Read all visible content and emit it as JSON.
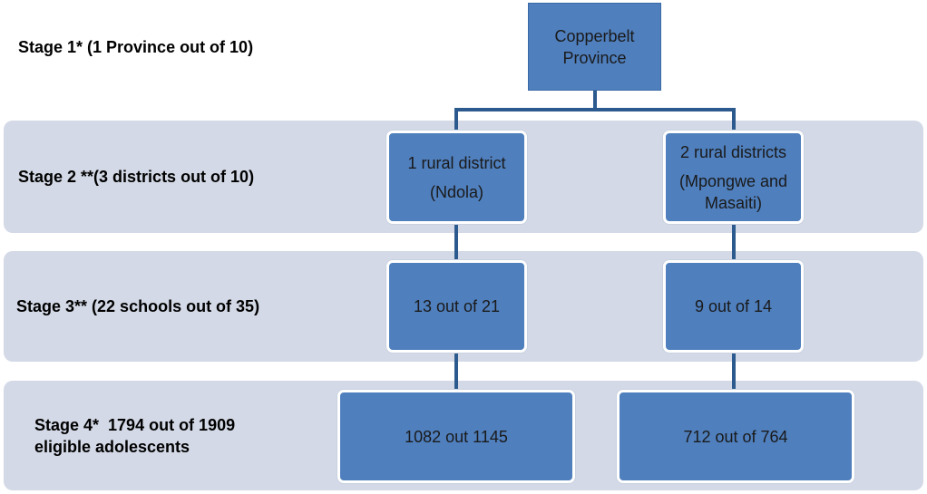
{
  "stages": [
    {
      "label_line1": "Stage 1* (1 Province out of 10)",
      "label_line2": ""
    },
    {
      "label_line1": "Stage 2 **(3 districts out of 10)",
      "label_line2": ""
    },
    {
      "label_line1": "Stage 3** (22 schools out of 35)",
      "label_line2": ""
    },
    {
      "label_line1": "Stage 4*  1794 out of 1909",
      "label_line2": "eligible adolescents"
    }
  ],
  "nodes": {
    "province": {
      "line1": "Copperbelt",
      "line2": "Province"
    },
    "district_left": {
      "line1": "1 rural district",
      "line2": "(Ndola)"
    },
    "district_right": {
      "line1": "2 rural districts",
      "line2": "(Mpongwe and",
      "line3": "Masaiti)"
    },
    "schools_left": {
      "line1": "13 out of 21"
    },
    "schools_right": {
      "line1": "9 out of 14"
    },
    "adolescents_left": {
      "line1": "1082 out 1145"
    },
    "adolescents_right": {
      "line1": "712 out of 764"
    }
  },
  "colors": {
    "band": "#d3d9e6",
    "node_fill": "#4f7fbd",
    "connector": "#2c5a8e"
  }
}
